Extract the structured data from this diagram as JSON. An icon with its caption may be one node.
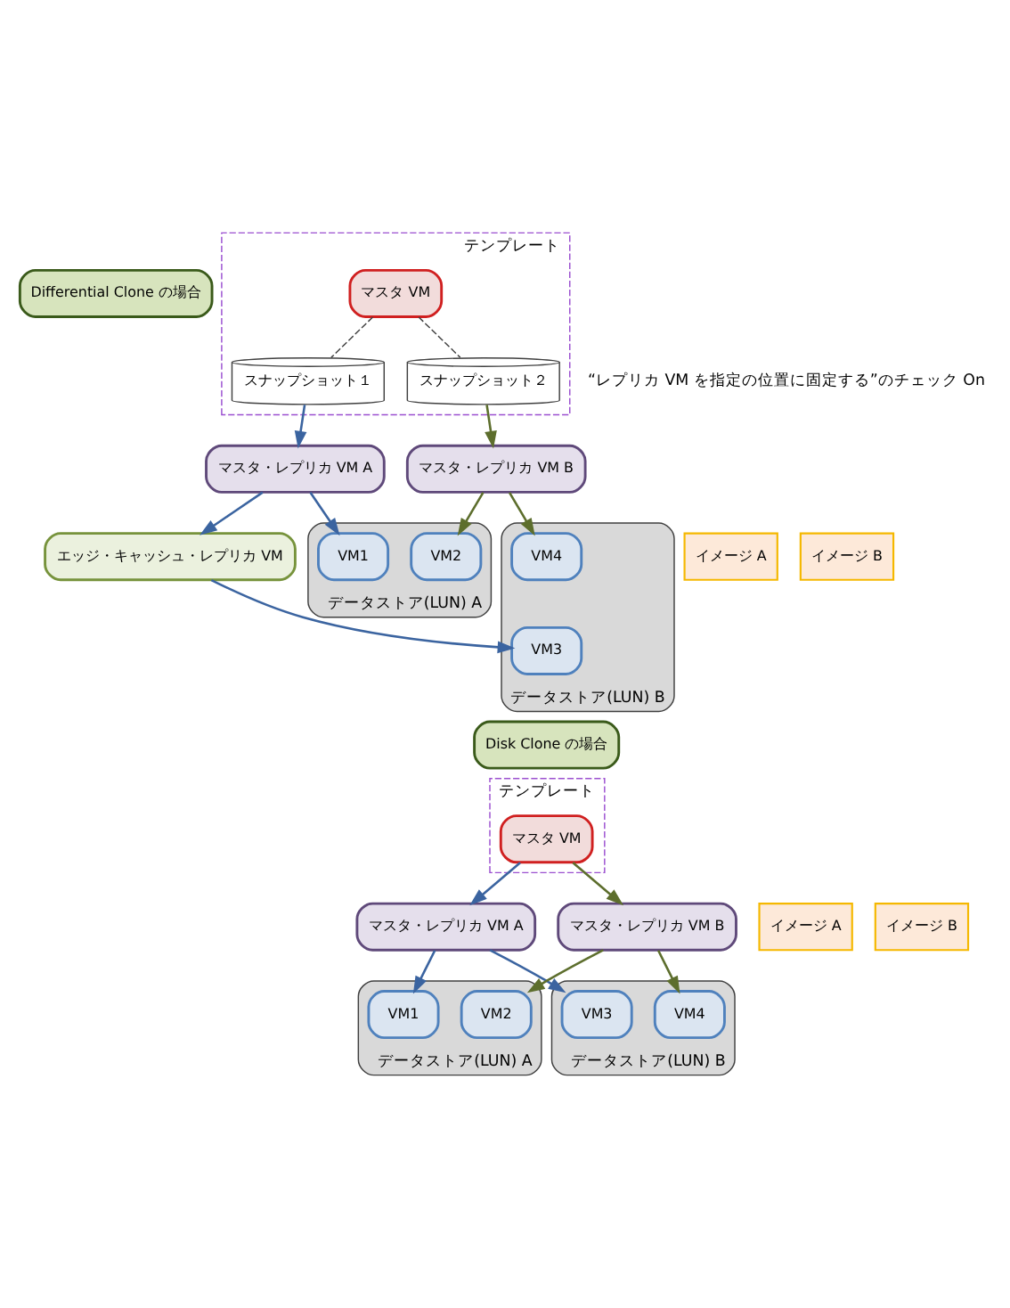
{
  "diagram": {
    "nodes": [
      {
        "text": [
          "Differential Clone の場合"
        ]
      },
      {
        "text": [
          "テンプレート"
        ]
      },
      {
        "text": [
          "マスタ VM"
        ],
        "in": 1
      },
      {
        "text": [
          "スナップショット１"
        ],
        "in": 1
      },
      {
        "text": [
          "スナップショット２"
        ],
        "in": 1
      },
      {
        "text": [
          "イメージ A"
        ]
      },
      {
        "text": [
          "イメージ B"
        ]
      },
      {
        "text": [
          "データストア(LUN) A"
        ]
      },
      {
        "text": [
          "マスタ・レプリカ VM A"
        ]
      },
      {
        "text": [
          "VM1"
        ],
        "in": 7
      },
      {
        "text": [
          "VM2"
        ],
        "in": 7
      },
      {
        "text": [
          "データストア(LUN) B"
        ]
      },
      {
        "text": [
          "エッジ・キャッシュ・レプリカ VM"
        ]
      },
      {
        "text": [
          "マスタ・レプリカ VM B"
        ]
      },
      {
        "text": [
          "VM3"
        ],
        "in": 11
      },
      {
        "text": [
          "VM4"
        ],
        "in": 11
      },
      {
        "text": [
          "Disk Clone の場合"
        ]
      },
      {
        "text": [
          "テンプレート"
        ]
      },
      {
        "text": [
          "マスタ VM"
        ],
        "in": 17
      },
      {
        "text": [
          "イメージ A"
        ]
      },
      {
        "text": [
          "イメージ B"
        ]
      },
      {
        "text": [
          "データストア(LUN) A"
        ]
      },
      {
        "text": [
          "マスタ・レプリカ VM A"
        ]
      },
      {
        "text": [
          "VM1"
        ],
        "in": 21
      },
      {
        "text": [
          "VM2"
        ],
        "in": 21
      },
      {
        "text": [
          "データストア(LUN) B"
        ]
      },
      {
        "text": [
          "マスタ・レプリカ VM B"
        ]
      },
      {
        "text": [
          "VM3"
        ],
        "in": 25
      },
      {
        "text": [
          "VM4"
        ],
        "in": 25
      }
    ],
    "edges": [
      {
        "from": 2,
        "to": 3,
        "arrow": "none",
        "style": "dashed",
        "color": "#404040"
      },
      {
        "from": 2,
        "to": 4,
        "arrow": "none",
        "style": "dashed",
        "color": "#404040"
      },
      {
        "from": 3,
        "to": 8,
        "arrow": "to",
        "color": "#3b64a0"
      },
      {
        "from": 8,
        "to": 9,
        "arrow": "to",
        "color": "#3b64a0"
      },
      {
        "from": 8,
        "to": 12,
        "arrow": "to",
        "color": "#3b64a0"
      },
      {
        "from": 12,
        "to": 14,
        "arrow": "to",
        "color": "#3b64a0"
      },
      {
        "from": 4,
        "to": 13,
        "arrow": "to",
        "color": "#5d6e2d"
      },
      {
        "from": 13,
        "to": 10,
        "arrow": "to",
        "color": "#5d6e2d"
      },
      {
        "from": 13,
        "to": 15,
        "arrow": "to",
        "color": "#5d6e2d"
      },
      {
        "from": 18,
        "to": 22,
        "arrow": "to",
        "color": "#3b64a0"
      },
      {
        "from": 22,
        "to": 23,
        "arrow": "to",
        "color": "#3b64a0"
      },
      {
        "from": 22,
        "to": 27,
        "arrow": "to",
        "color": "#3b64a0"
      },
      {
        "from": 18,
        "to": 26,
        "arrow": "to",
        "color": "#5d6e2d"
      },
      {
        "from": 26,
        "to": 24,
        "arrow": "to",
        "color": "#5d6e2d"
      },
      {
        "from": 26,
        "to": 28,
        "arrow": "to",
        "color": "#5d6e2d"
      }
    ],
    "labels": [
      "“レプリカ VM を指定の位置に固定する”のチェック On"
    ]
  }
}
